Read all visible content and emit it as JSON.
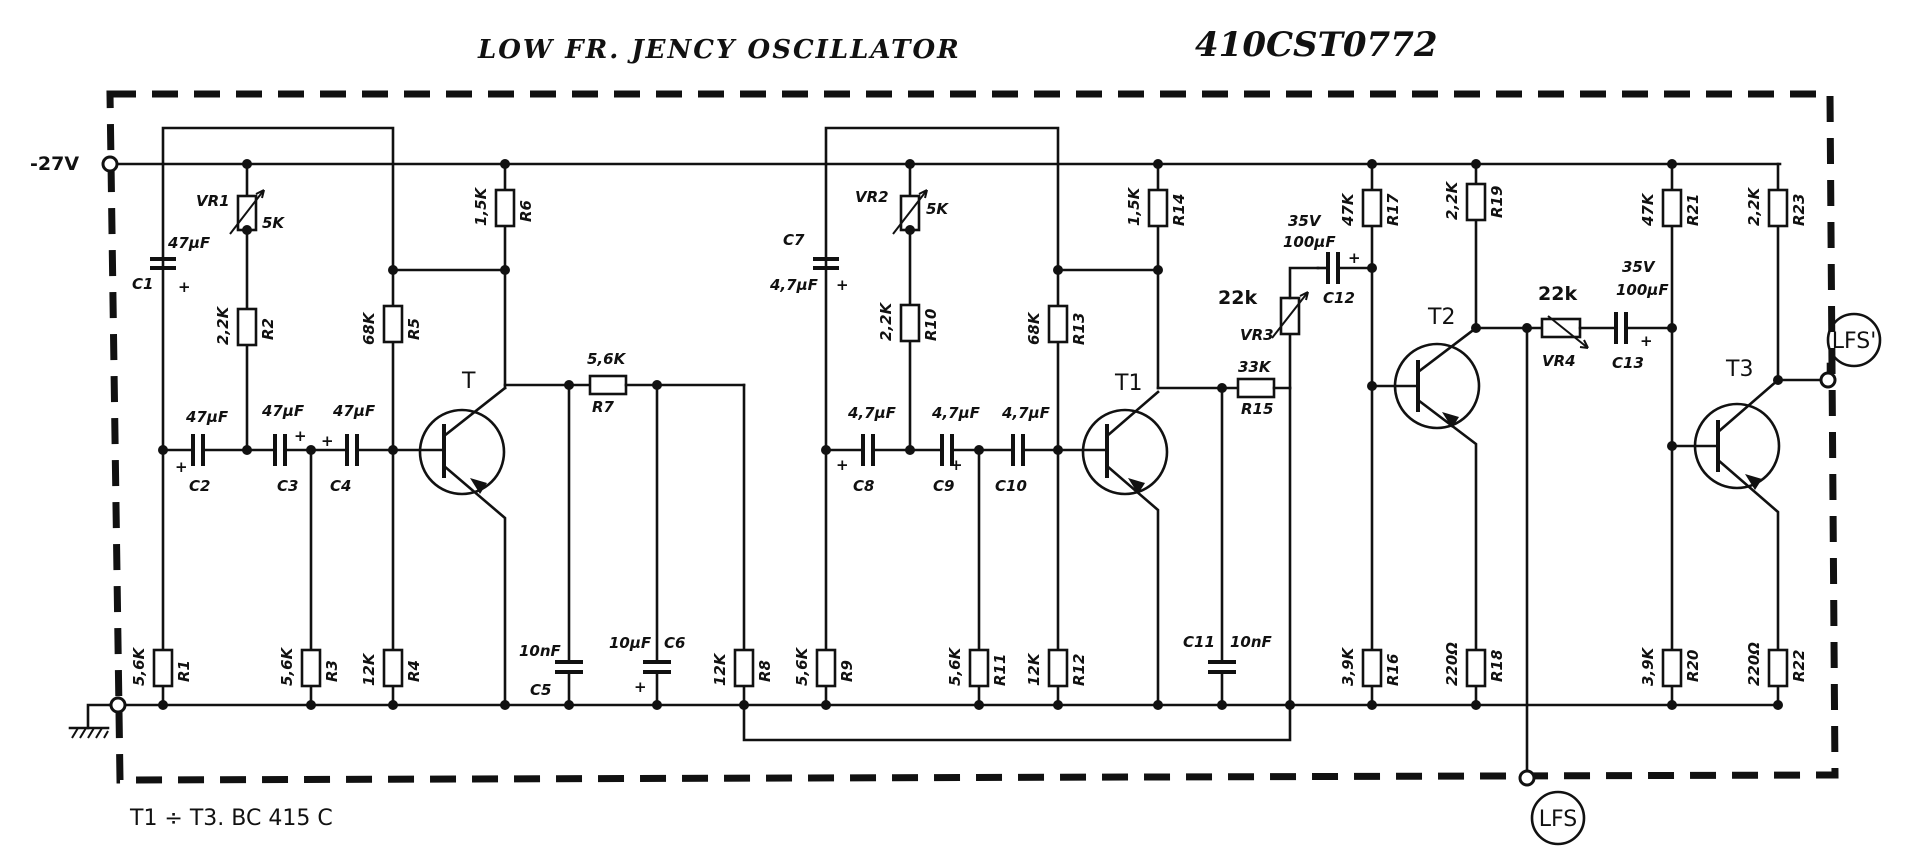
{
  "title": {
    "text": "LOW    FR.   JENCY     OSCILLATOR",
    "code": "410CST0772"
  },
  "terminals": {
    "supply": "-27V",
    "out_lfs": "LFS",
    "out_lfs2": "LFS'"
  },
  "transistors": {
    "t": "T",
    "t1": "T1",
    "t2": "T2",
    "t3": "T3"
  },
  "resistors": {
    "r1": {
      "name": "R1",
      "value": "5,6K"
    },
    "r2": {
      "name": "R2",
      "value": "2,2K"
    },
    "r3": {
      "name": "R3",
      "value": "5,6K"
    },
    "r4": {
      "name": "R4",
      "value": "12K"
    },
    "r5": {
      "name": "R5",
      "value": "68K"
    },
    "r6": {
      "name": "R6",
      "value": "1,5K"
    },
    "r7": {
      "name": "R7",
      "value": "5,6K"
    },
    "r8": {
      "name": "R8",
      "value": "12K"
    },
    "r9": {
      "name": "R9",
      "value": "5,6K"
    },
    "r10": {
      "name": "R10",
      "value": "2,2K"
    },
    "r11": {
      "name": "R11",
      "value": "5,6K"
    },
    "r12": {
      "name": "R12",
      "value": "12K"
    },
    "r13": {
      "name": "R13",
      "value": "68K"
    },
    "r14": {
      "name": "R14",
      "value": "1,5K"
    },
    "r15": {
      "name": "R15",
      "value": "33K"
    },
    "r16": {
      "name": "R16",
      "value": "3,9K"
    },
    "r17": {
      "name": "R17",
      "value": "47K"
    },
    "r18": {
      "name": "R18",
      "value": "220Ω"
    },
    "r19": {
      "name": "R19",
      "value": "2,2K"
    },
    "r20": {
      "name": "R20",
      "value": "3,9K"
    },
    "r21": {
      "name": "R21",
      "value": "47K"
    },
    "r22": {
      "name": "R22",
      "value": "220Ω"
    },
    "r23": {
      "name": "R23",
      "value": "2,2K"
    }
  },
  "capacitors": {
    "c1": {
      "name": "C1",
      "value": "47μF"
    },
    "c2": {
      "name": "C2",
      "value": "47μF"
    },
    "c3": {
      "name": "C3",
      "value": "47μF"
    },
    "c4": {
      "name": "C4",
      "value": "47μF"
    },
    "c5": {
      "name": "C5",
      "value": "10nF"
    },
    "c6": {
      "name": "C6",
      "value": "10μF"
    },
    "c7": {
      "name": "C7",
      "value": "4,7μF"
    },
    "c8": {
      "name": "C8",
      "value": "4,7μF"
    },
    "c9": {
      "name": "C9",
      "value": "4,7μF"
    },
    "c10": {
      "name": "C10",
      "value": "4,7μF"
    },
    "c11": {
      "name": "C11",
      "value": "10nF"
    },
    "c12": {
      "name": "C12",
      "value": "100μF",
      "voltage": "35V"
    },
    "c13": {
      "name": "C13",
      "value": "100μF",
      "voltage": "35V"
    }
  },
  "pots": {
    "vr1": {
      "name": "VR1",
      "value": "5K"
    },
    "vr2": {
      "name": "VR2",
      "value": "5K"
    },
    "vr3": {
      "name": "VR3",
      "value": "22k"
    },
    "vr4": {
      "name": "VR4",
      "value": "22k"
    }
  },
  "plus_sign": "+",
  "footnote": "T1 ÷ T3.   BC 415 C"
}
